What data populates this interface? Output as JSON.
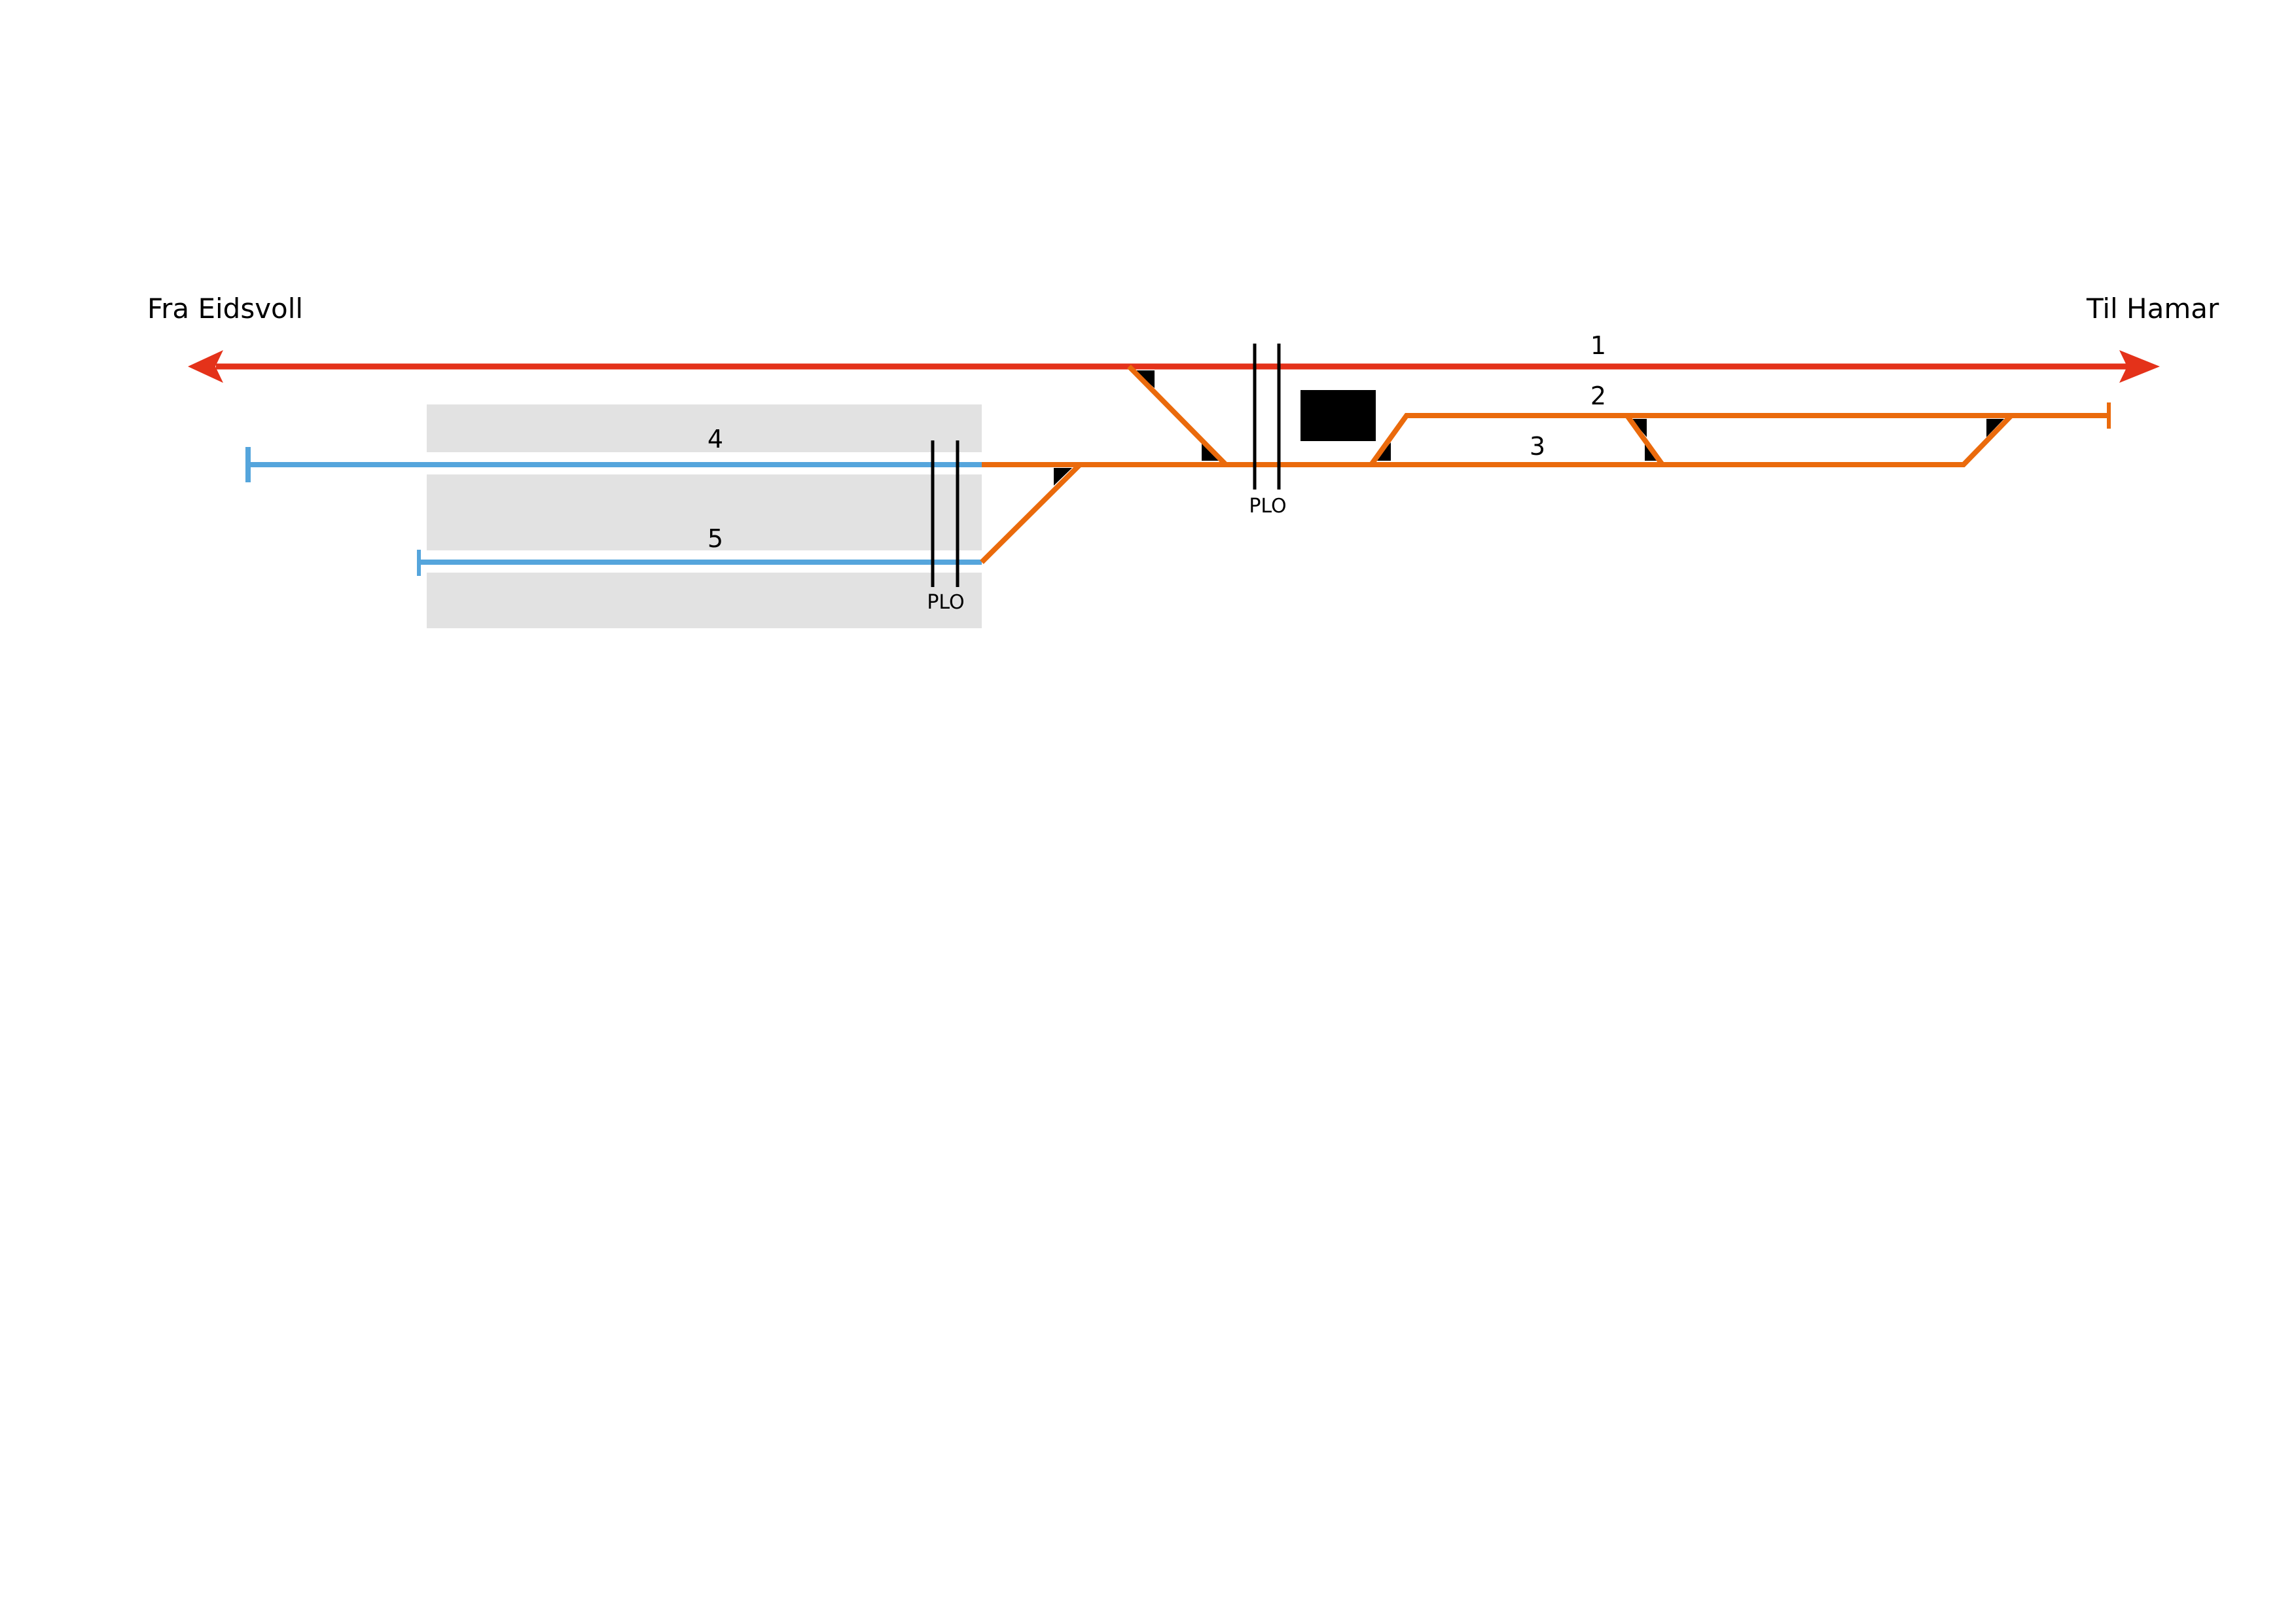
{
  "title": "Track layout diagram",
  "directions": {
    "left": "Fra Eidsvoll",
    "right": "Til Hamar"
  },
  "tracks": [
    {
      "id": "1",
      "label": "1",
      "type": "main line (through)",
      "color": "#E4321A"
    },
    {
      "id": "2",
      "label": "2",
      "type": "siding",
      "color": "#EA6A0C"
    },
    {
      "id": "3",
      "label": "3",
      "type": "siding",
      "color": "#EA6A0C"
    },
    {
      "id": "4",
      "label": "4",
      "type": "platform track",
      "color": "#55A5DC"
    },
    {
      "id": "5",
      "label": "5",
      "type": "platform track",
      "color": "#55A5DC"
    }
  ],
  "crossings": [
    {
      "id": "plo-west",
      "label": "PLO"
    },
    {
      "id": "plo-east",
      "label": "PLO"
    }
  ],
  "colors": {
    "main_line": "#E4321A",
    "siding": "#EA6A0C",
    "platform_track": "#55A5DC",
    "platform": "#E2E2E2",
    "switch_marker": "#000000",
    "building": "#000000"
  }
}
